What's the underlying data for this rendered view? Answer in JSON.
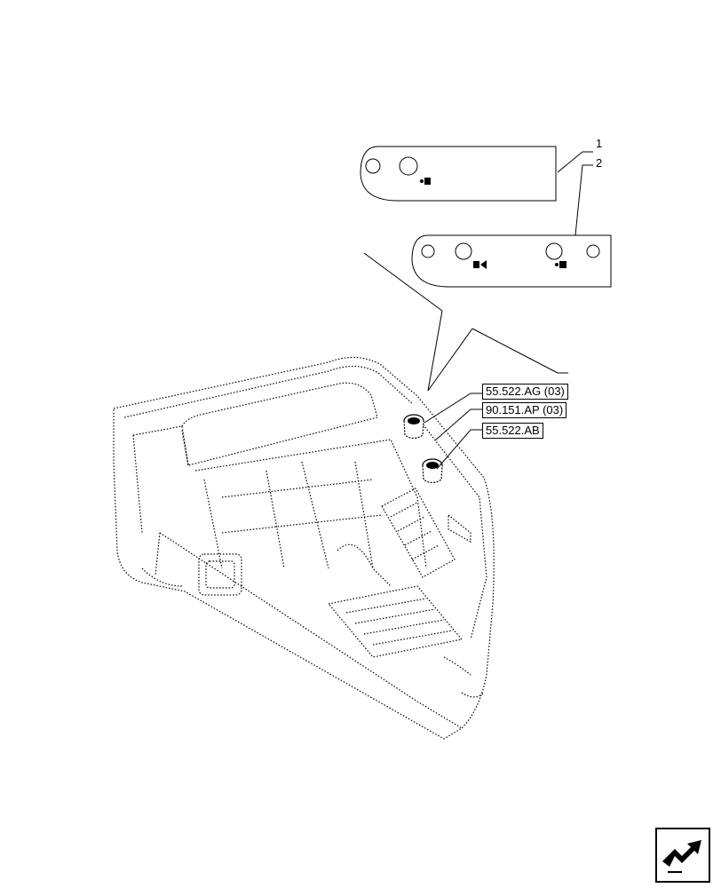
{
  "callouts": [
    {
      "number": "1"
    },
    {
      "number": "2"
    }
  ],
  "references": [
    {
      "label": "55.522.AG (03)"
    },
    {
      "label": "90.151.AP (03)"
    },
    {
      "label": "55.522.AB"
    }
  ],
  "icons": {
    "navigation": "page-navigation-arrow-icon"
  }
}
